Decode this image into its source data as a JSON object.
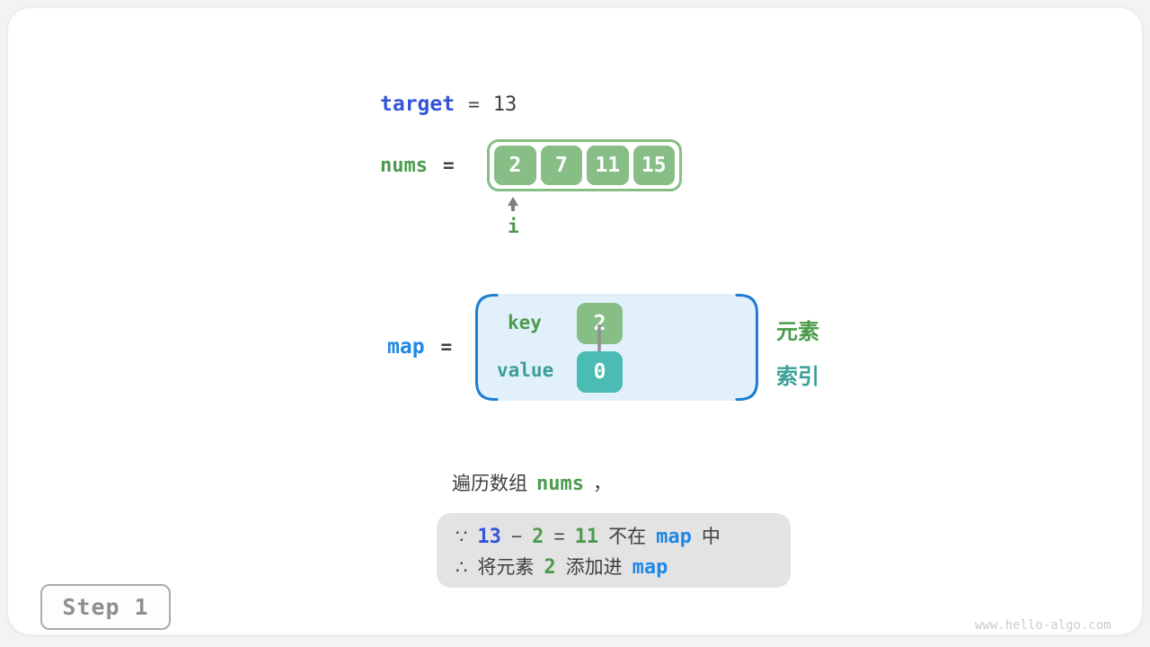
{
  "colors": {
    "array_green": "#86BE86",
    "green_text": "#4C9B4C",
    "teal_fill": "#4BBCB4",
    "teal_text": "#3B9E98",
    "indigo_blue": "#3355D9",
    "azure_blue": "#1E88E5",
    "map_bg": "#E1F0FA",
    "map_bracket": "#1E7DD2",
    "reason_bg": "#E3E3E3",
    "dark_text": "#3F3F3F",
    "step_gray": "#8F8F8F"
  },
  "target_row": {
    "label": "target",
    "equals": "=",
    "value": "13"
  },
  "nums_row": {
    "label": "nums",
    "equals": "=",
    "cells": [
      "2",
      "7",
      "11",
      "15"
    ],
    "pointer_label": "i"
  },
  "map_section": {
    "label": "map",
    "equals": "=",
    "key_label": "key",
    "value_label": "value",
    "key_cell": "2",
    "value_cell": "0",
    "legend_element": "元素",
    "legend_index": "索引"
  },
  "trace_line": {
    "prefix": "遍历数组",
    "code": "nums",
    "suffix": "，"
  },
  "reason_box": {
    "line1": {
      "sym": "∵",
      "minuend": "13",
      "minus": "−",
      "subtrahend": "2",
      "equals": "=",
      "difference": "11",
      "not_in": "不在",
      "code": "map",
      "in_suffix": "中"
    },
    "line2": {
      "sym": "∴",
      "add_prefix": "将元素",
      "value": "2",
      "add_suffix": "添加进",
      "code": "map"
    }
  },
  "step_badge": {
    "label": "Step 1"
  },
  "watermark": "www.hello-algo.com"
}
